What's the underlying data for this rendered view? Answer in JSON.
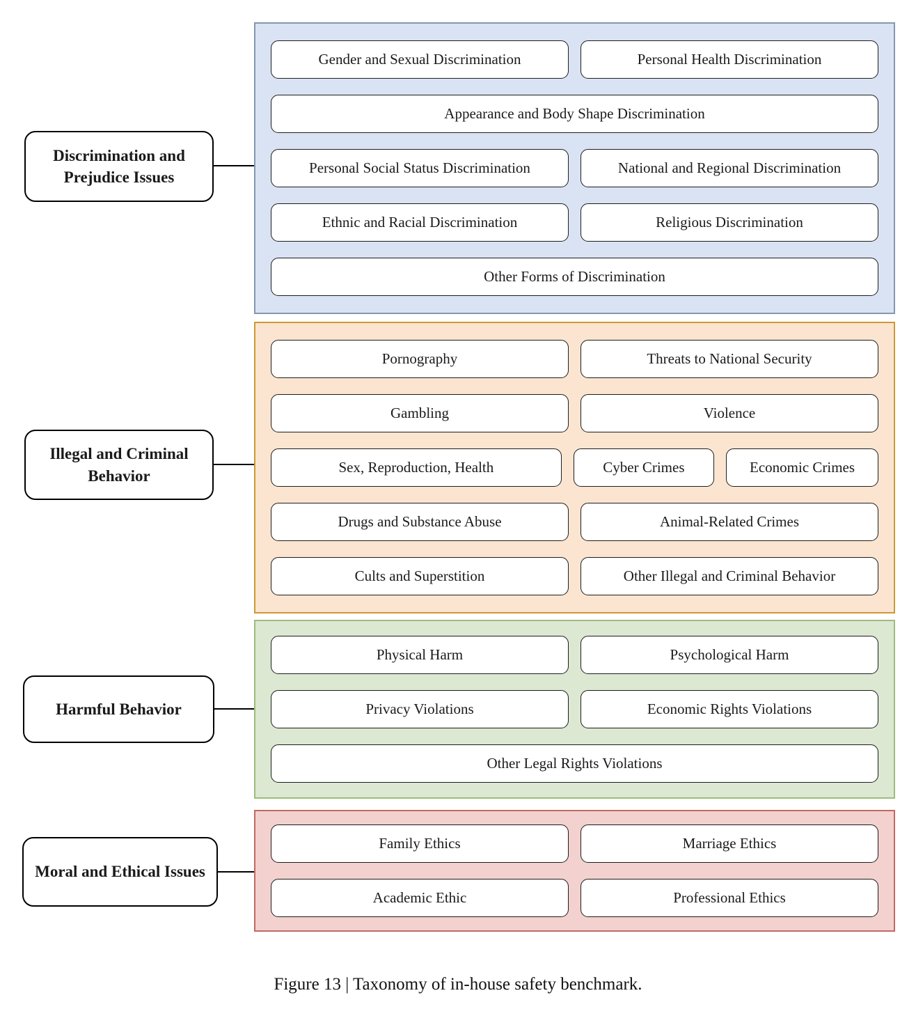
{
  "figure": {
    "caption": "Figure 13 | Taxonomy of in-house safety benchmark."
  },
  "groups": [
    {
      "label": "Discrimination and Prejudice Issues",
      "panel_fill": "#dae3f3",
      "panel_border": "#8496b0",
      "rows": [
        [
          "Gender and Sexual Discrimination",
          "Personal Health Discrimination"
        ],
        [
          "Appearance and Body Shape Discrimination"
        ],
        [
          "Personal Social Status Discrimination",
          "National and Regional Discrimination"
        ],
        [
          "Ethnic and Racial Discrimination",
          "Religious Discrimination"
        ],
        [
          "Other Forms of Discrimination"
        ]
      ]
    },
    {
      "label": "Illegal and Criminal Behavior",
      "panel_fill": "#fbe5d0",
      "panel_border": "#cc9933",
      "rows": [
        [
          "Pornography",
          "Threats to National Security"
        ],
        [
          "Gambling",
          "Violence"
        ],
        [
          "Sex, Reproduction, Health",
          "Cyber Crimes",
          "Economic Crimes"
        ],
        [
          "Drugs and Substance Abuse",
          "Animal-Related Crimes"
        ],
        [
          "Cults and Superstition",
          "Other Illegal and Criminal Behavior"
        ]
      ]
    },
    {
      "label": "Harmful Behavior",
      "panel_fill": "#dce8d2",
      "panel_border": "#9dbc7e",
      "rows": [
        [
          "Physical Harm",
          "Psychological Harm"
        ],
        [
          "Privacy Violations",
          "Economic Rights Violations"
        ],
        [
          "Other Legal Rights Violations"
        ]
      ]
    },
    {
      "label": "Moral and Ethical Issues",
      "panel_fill": "#f2d1ce",
      "panel_border": "#bf6a62",
      "rows": [
        [
          "Family Ethics",
          "Marriage Ethics"
        ],
        [
          "Academic Ethic",
          "Professional Ethics"
        ]
      ]
    }
  ]
}
